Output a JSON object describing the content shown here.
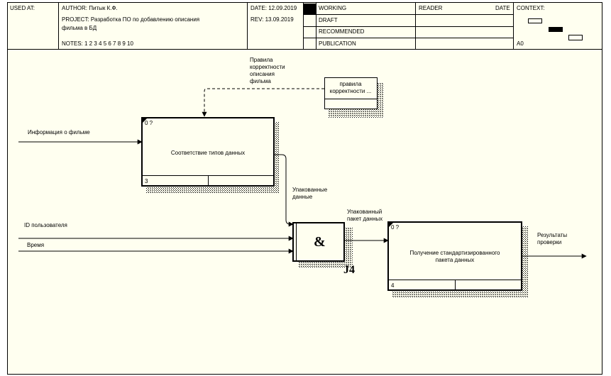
{
  "header": {
    "used_at": "USED AT:",
    "author": "AUTHOR:  Питык К.Ф.",
    "project_line1": "PROJECT:  Разработка ПО по добавлению описания",
    "project_line2": "фильма в БД",
    "notes": "NOTES:  1  2  3  4  5  6  7  8  9  10",
    "date": "DATE:   12.09.2019",
    "rev": "REV:     13.09.2019",
    "working": "WORKING",
    "draft": "DRAFT",
    "recommended": "RECOMMENDED",
    "publication": "PUBLICATION",
    "reader": "READER",
    "reader_date": "DATE",
    "context": "CONTEXT:",
    "node": "A0"
  },
  "diagram": {
    "activities": [
      {
        "title": "Соответствие типов данных",
        "corner": "0 ?",
        "number": "3"
      },
      {
        "title": "Получение стандартизированного пакета данных",
        "corner": "0 ?",
        "number": "4"
      }
    ],
    "junction": {
      "symbol": "&",
      "label": "J4"
    },
    "reference": {
      "title": "правила корректности ..."
    },
    "arrows": {
      "control_label": "Правила корректности описания фильма",
      "input_movie": "Информация о фильме",
      "packed_data": "Упакованные данные",
      "user_id": "ID пользователя",
      "time": "Время",
      "packed_package": "Упакованный пакет данных",
      "results": "Результаты проверки"
    }
  }
}
